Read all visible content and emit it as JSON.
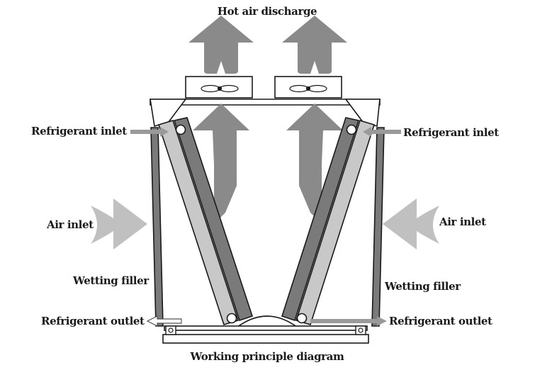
{
  "labels": {
    "top": "Hot air discharge",
    "bottom": "Working principle diagram",
    "left_refrigerant_inlet": "Refrigerant inlet",
    "right_refrigerant_inlet": "Refrigerant inlet",
    "left_air_inlet": "Air inlet",
    "right_air_inlet": "Air inlet",
    "left_wetting_filler": "Wetting filler",
    "right_wetting_filler": "Wetting filler",
    "left_refrigerant_outlet": "Refrigerant outlet",
    "right_refrigerant_outlet": "Refrigerant outlet"
  },
  "colors": {
    "outline": "#1a1a1a",
    "dark_panel": "#7a7a7a",
    "light_panel": "#c8c8c8",
    "airflow_arrow": "#8a8a8a",
    "air_inlet_arrow": "#c0c0c0",
    "refrigerant_arrow": "#9a9a9a"
  },
  "icons": {
    "fan": "fan-icon",
    "airflow": "up-arrow",
    "air_inlet": "inward-arrow"
  }
}
